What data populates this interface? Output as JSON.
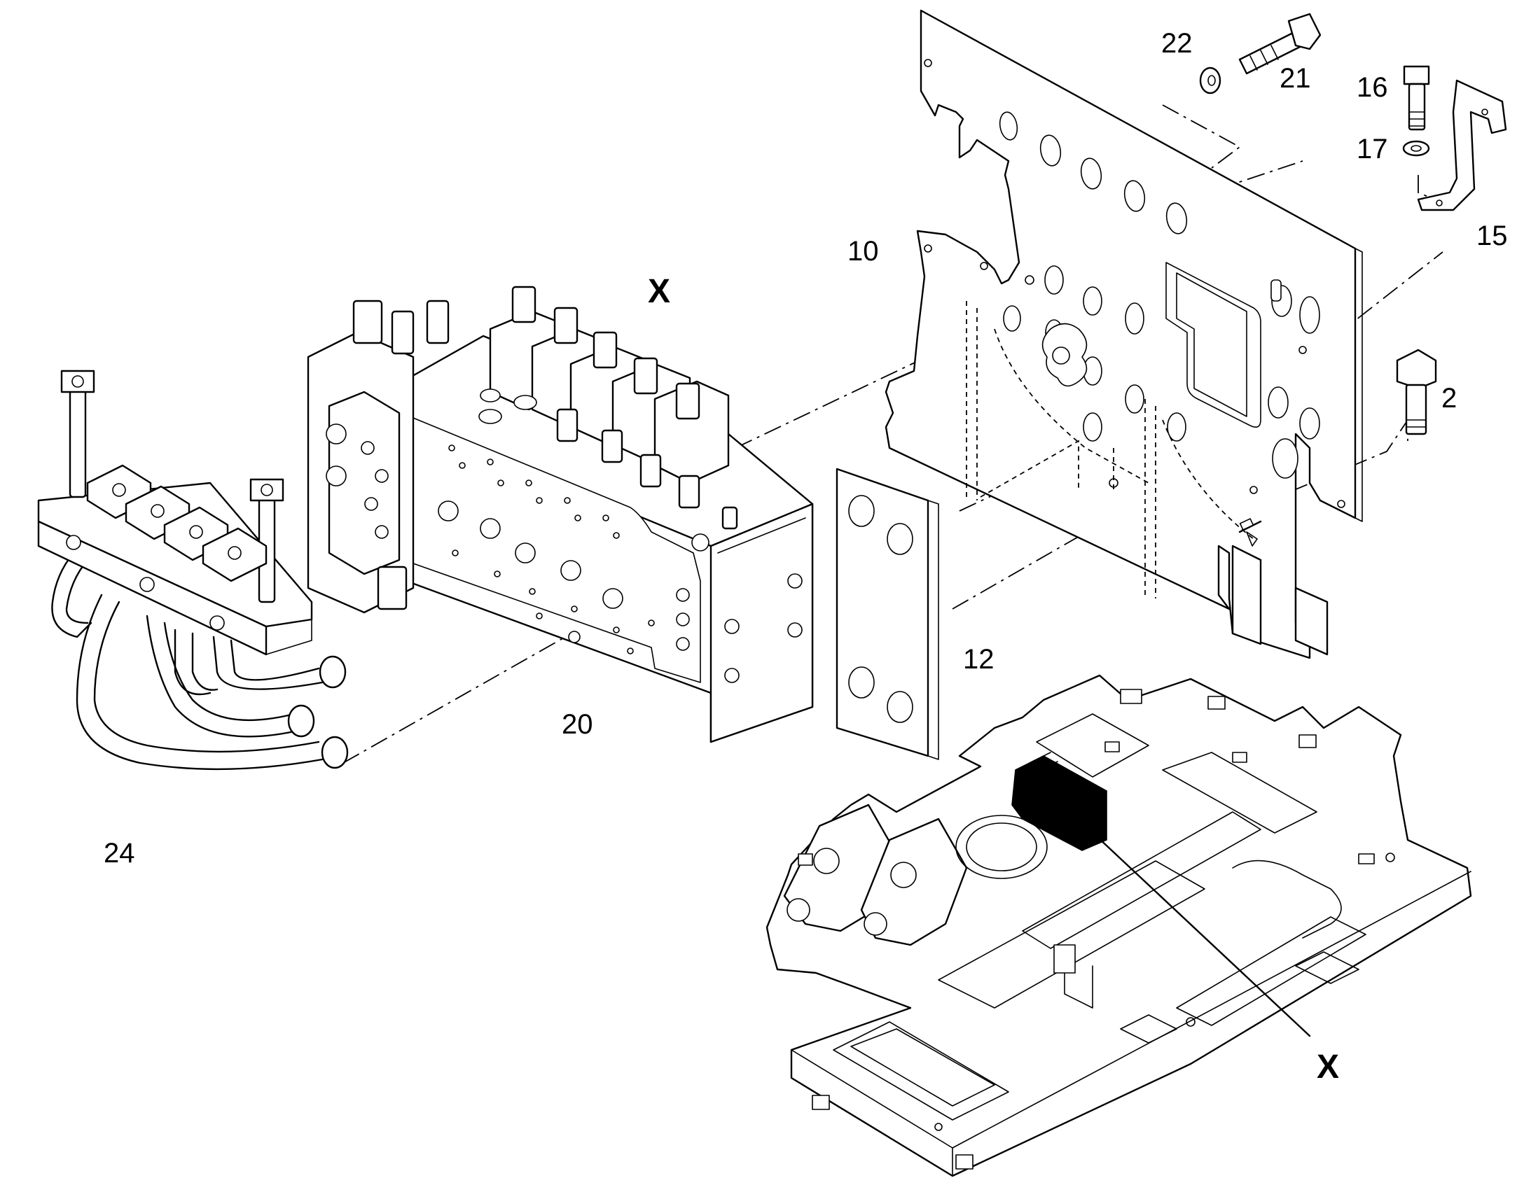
{
  "callouts": {
    "c2": "2",
    "c10": "10",
    "c12": "12",
    "c15": "15",
    "c16": "16",
    "c17": "17",
    "c20": "20",
    "c21": "21",
    "c22": "22",
    "c24": "24",
    "detail_marker": "X",
    "chassis_marker": "X"
  },
  "colors": {
    "line": "#000000",
    "background": "#ffffff",
    "highlight": "#000000"
  }
}
